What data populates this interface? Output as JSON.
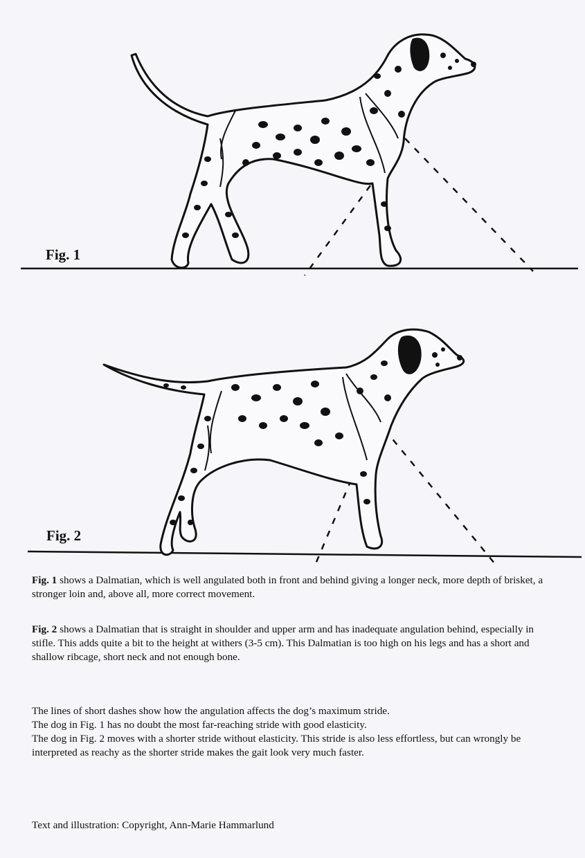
{
  "figures": [
    {
      "label": "Fig. 1"
    },
    {
      "label": "Fig. 2"
    }
  ],
  "paragraphs": {
    "p1": {
      "lead": "Fig. 1",
      "text": " shows a Dalmatian, which is well angulated both in front and behind giving a longer neck, more depth of brisket, a stronger loin and, above all, more correct movement."
    },
    "p2": {
      "lead": "Fig. 2",
      "text": " shows a Dalmatian that is straight in shoulder and upper arm and has inadequate angulation behind, especially in stifle. This adds quite a bit to the height at withers (3-5 cm). This Dalmatian is too high on his legs and has a short and shallow ribcage, short neck and not enough bone."
    },
    "p3": {
      "lines": [
        "The lines of short dashes show how the angulation affects the dog’s maximum stride.",
        "The dog in Fig. 1 has no doubt the most far-reaching stride with good elasticity.",
        "The dog in Fig. 2 moves with a shorter stride without elasticity. This stride is also less effortless, but can wrongly be interpreted as reachy as the shorter stride makes the gait look very much faster."
      ]
    }
  },
  "copyright": "Text and illustration: Copyright, Ann-Marie Hammarlund",
  "colors": {
    "ink": "#111111",
    "paper": "#f6f6fa"
  }
}
